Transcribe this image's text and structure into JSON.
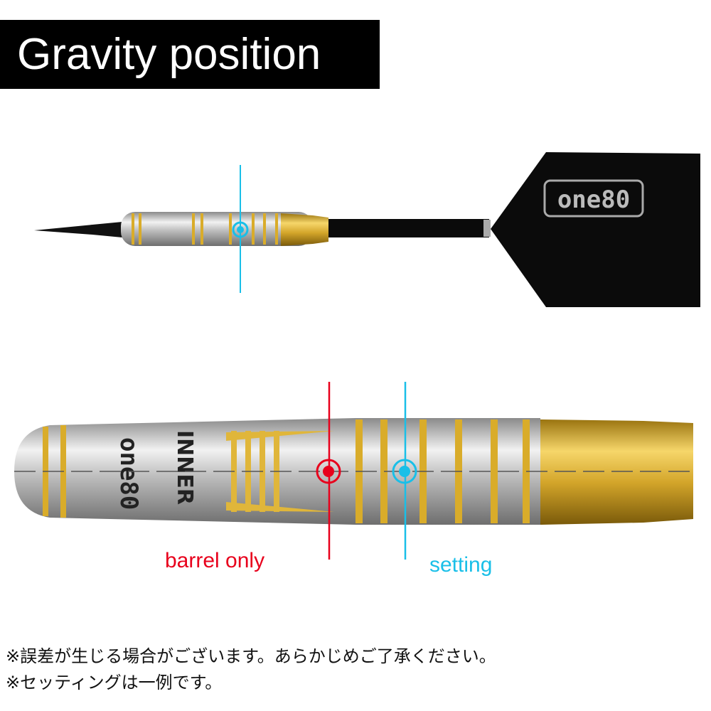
{
  "title": "Gravity position",
  "markers": {
    "barrel_only": {
      "label": "barrel only",
      "color": "#e8001c"
    },
    "setting": {
      "label": "setting",
      "color": "#19bfe8"
    }
  },
  "flight_logo": "one80",
  "barrel_engraving": [
    "INNER",
    "one80"
  ],
  "notes": [
    "※誤差が生じる場合がございます。あらかじめご了承ください。",
    "※セッティングは一例です。"
  ],
  "colors": {
    "gold": "#d9ac2a",
    "silver": "#c8c8c8",
    "black": "#0a0a0a"
  }
}
